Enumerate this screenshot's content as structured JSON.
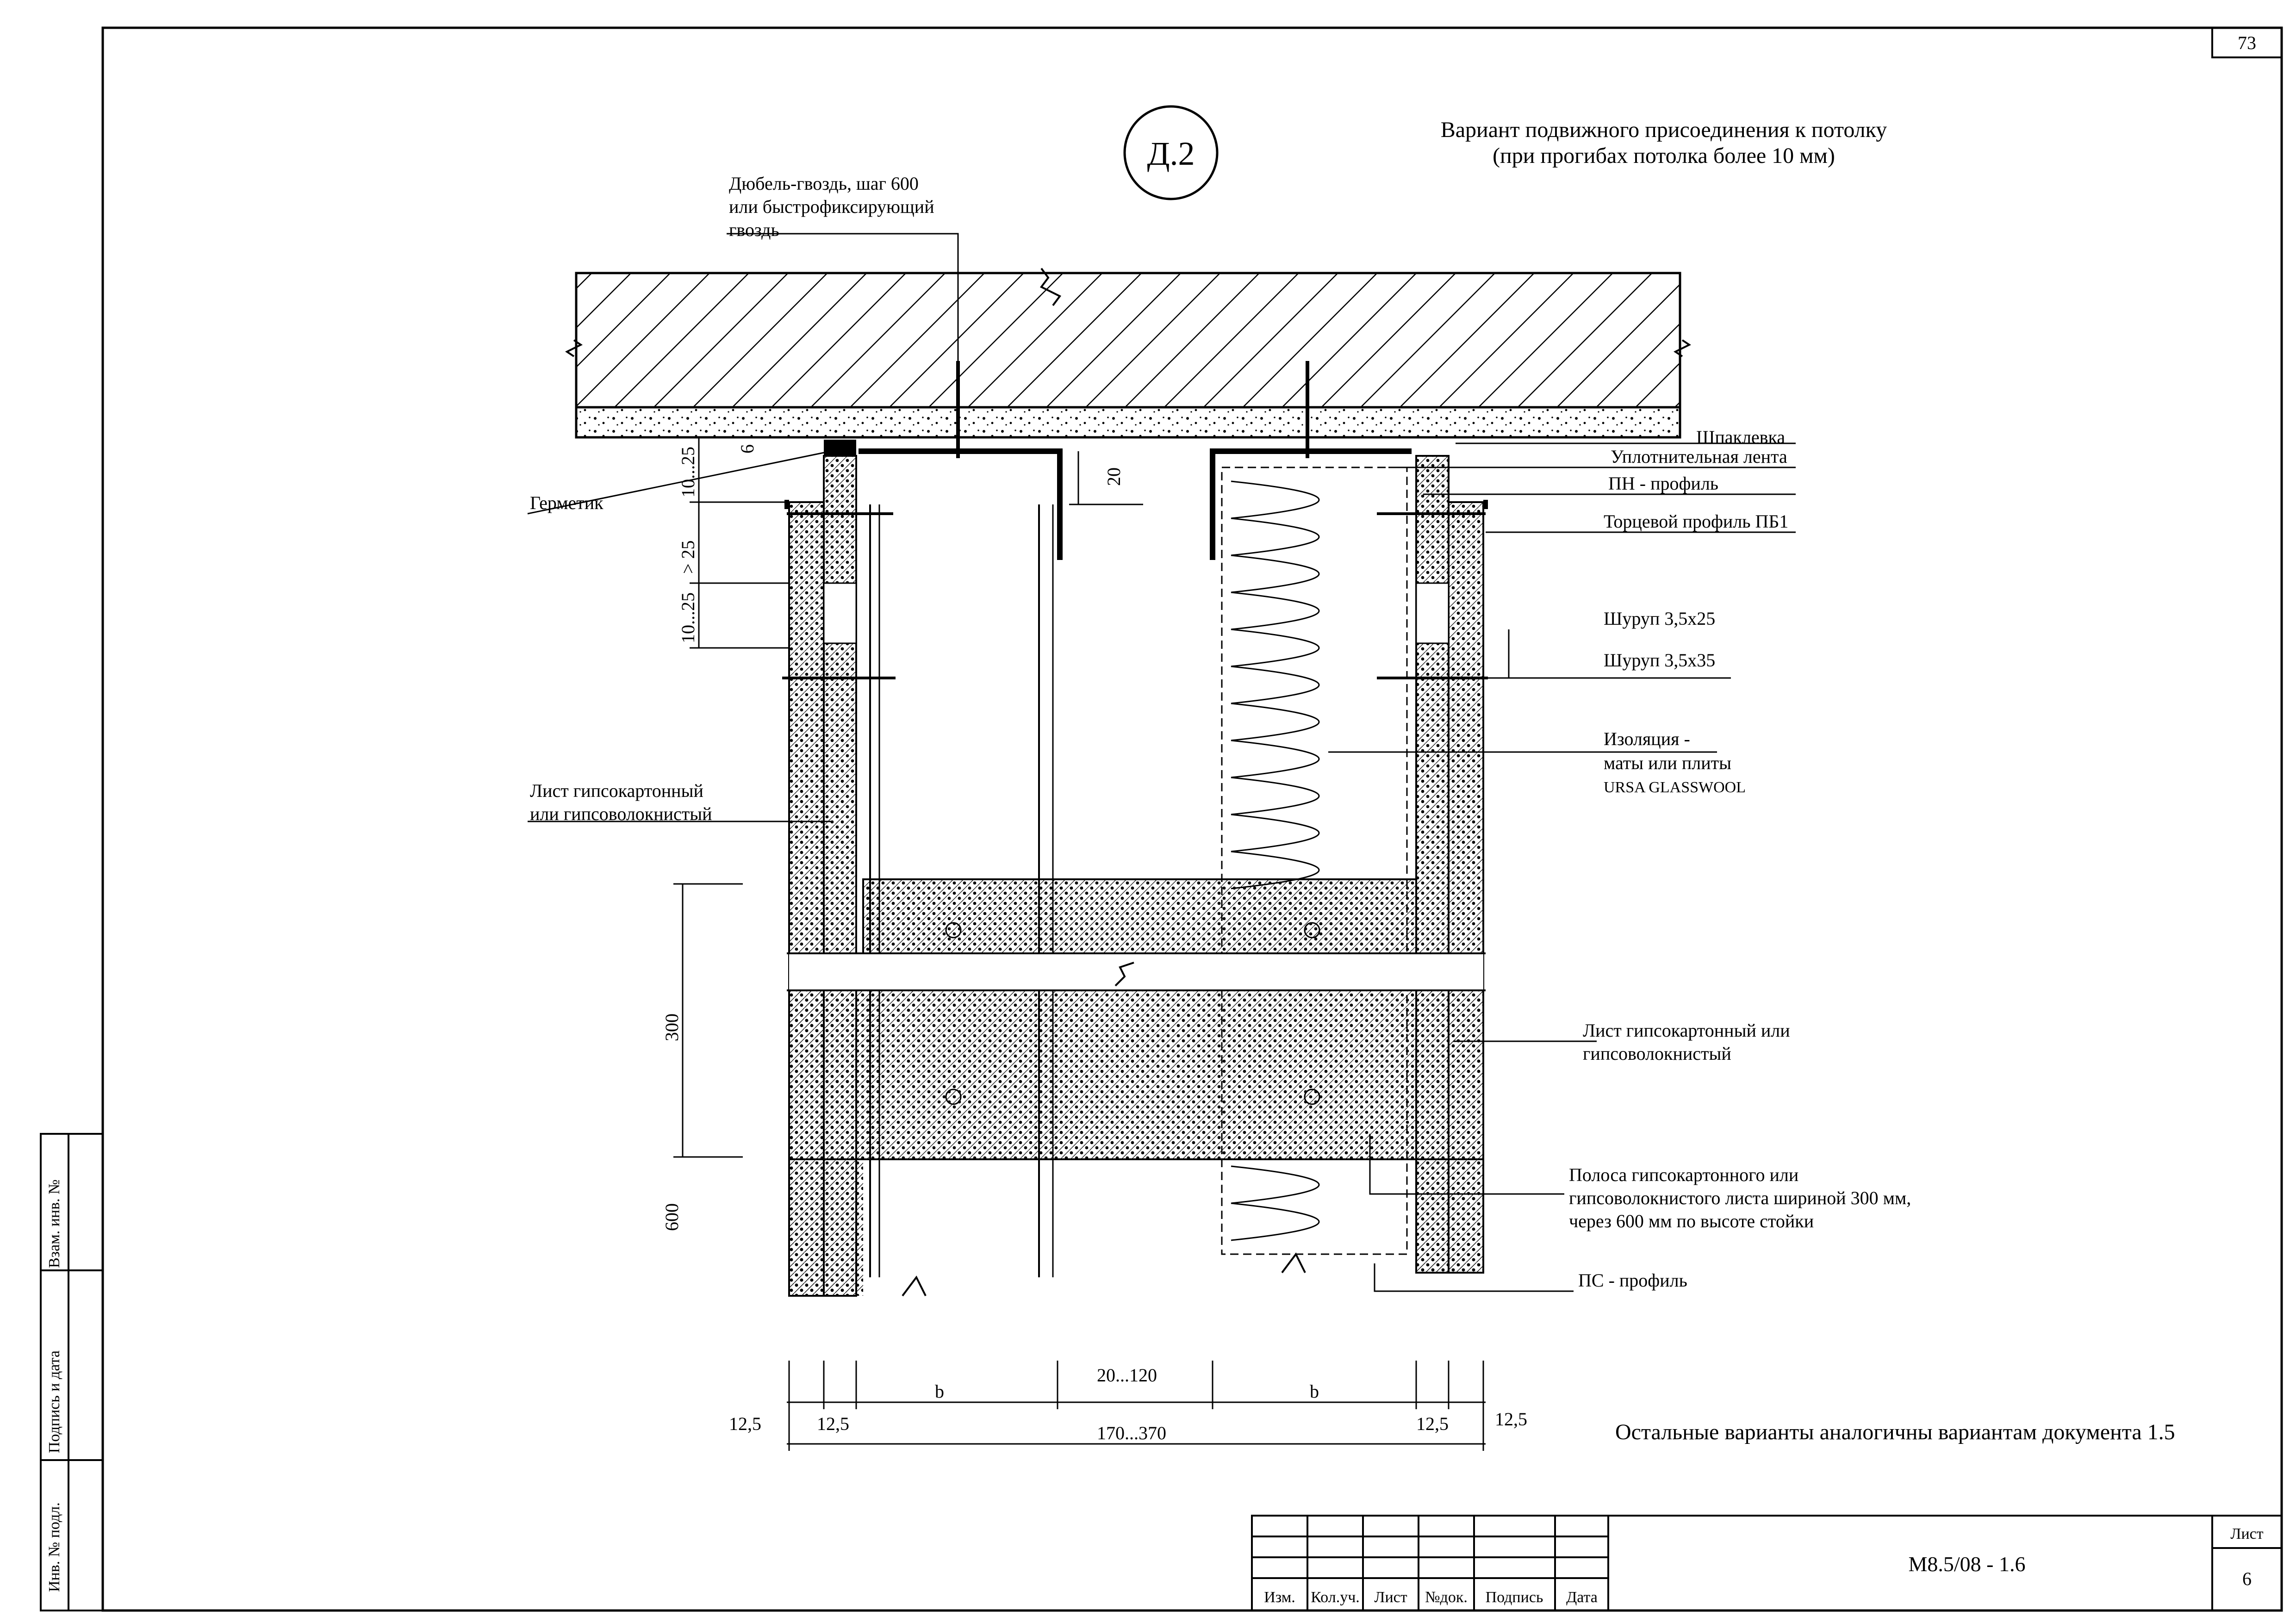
{
  "sheet": {
    "page_number": "73",
    "detail_id": "Д.2",
    "title_line1": "Вариант подвижного присоединения к потолку",
    "title_line2": "(при прогибах потолка более 10 мм)",
    "footer_note": "Остальные варианты аналогичны вариантам документа 1.5"
  },
  "callouts": {
    "dowel": [
      "Дюбель-гвоздь, шаг 600",
      "или быстрофиксирующий",
      "гвоздь"
    ],
    "putty": "Шпаклевка",
    "sealing_tape": "Уплотнительная лента",
    "pn_profile": "ПН - профиль",
    "end_profile": "Торцевой профиль ПБ1",
    "sealant": "Герметик",
    "screw_25": "Шуруп 3,5х25",
    "screw_35": "Шуруп 3,5х35",
    "insulation": [
      "Изоляция -",
      "маты или плиты",
      "URSA GLASSWOOL"
    ],
    "board_left": [
      "Лист гипсокартонный",
      "или гипсоволокнистый"
    ],
    "board_right": [
      "Лист гипсокартонный  или",
      "гипсоволокнистый"
    ],
    "strip": [
      "Полоса гипсокартонного или",
      "гипсоволокнистого листа шириной  300 мм,",
      "через 600 мм по высоте стойки"
    ],
    "ps_profile": "ПС - профиль"
  },
  "dimensions": {
    "d6": "6",
    "d20": "20",
    "d10_25_top": "10...25",
    "dgt25": "> 25",
    "d10_25_bottom": "10...25",
    "d300": "300",
    "d600": "600",
    "d20_120": "20...120",
    "b_left": "b",
    "b_right": "b",
    "d12_5_a": "12,5",
    "d12_5_b": "12,5",
    "d12_5_c": "12,5",
    "d12_5_d": "12,5",
    "d170_370": "170...370"
  },
  "side_stamps": [
    "Взам. инв. №",
    "Подпись и дата",
    "Инв. № подл."
  ],
  "title_block": {
    "cols": [
      "Изм.",
      "Кол.уч.",
      "Лист",
      "№док.",
      "Подпись",
      "Дата"
    ],
    "doc_code": "М8.5/08 - 1.6",
    "sheet_label": "Лист",
    "sheet_no": "6"
  }
}
